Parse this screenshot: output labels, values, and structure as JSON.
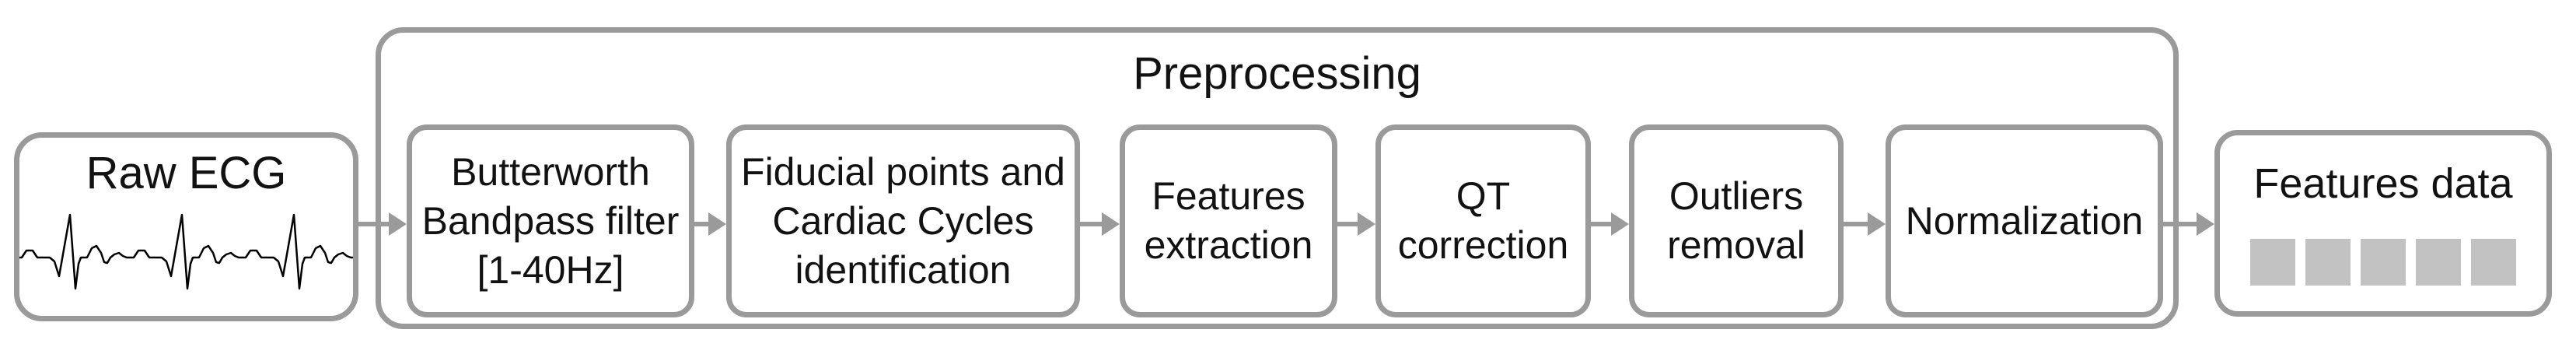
{
  "pipeline": {
    "group_label": "Preprocessing",
    "input": {
      "label": "Raw ECG",
      "icon": "ecg-waveform"
    },
    "steps": [
      {
        "line1": "Butterworth",
        "line2": "Bandpass filter",
        "line3": "[1-40Hz]"
      },
      {
        "line1": "Fiducial points and",
        "line2": "Cardiac Cycles",
        "line3": "identification"
      },
      {
        "line1": "Features",
        "line2": "extraction"
      },
      {
        "line1": "QT",
        "line2": "correction"
      },
      {
        "line1": "Outliers",
        "line2": "removal"
      },
      {
        "line1": "Normalization"
      }
    ],
    "output": {
      "label": "Features data",
      "squares_count": 5
    },
    "arrows_count": 7
  },
  "colors": {
    "border": "#9a9a9a",
    "arrow": "#9a9a9a",
    "square": "#c2c2c2",
    "text": "#121212",
    "background": "#ffffff"
  }
}
